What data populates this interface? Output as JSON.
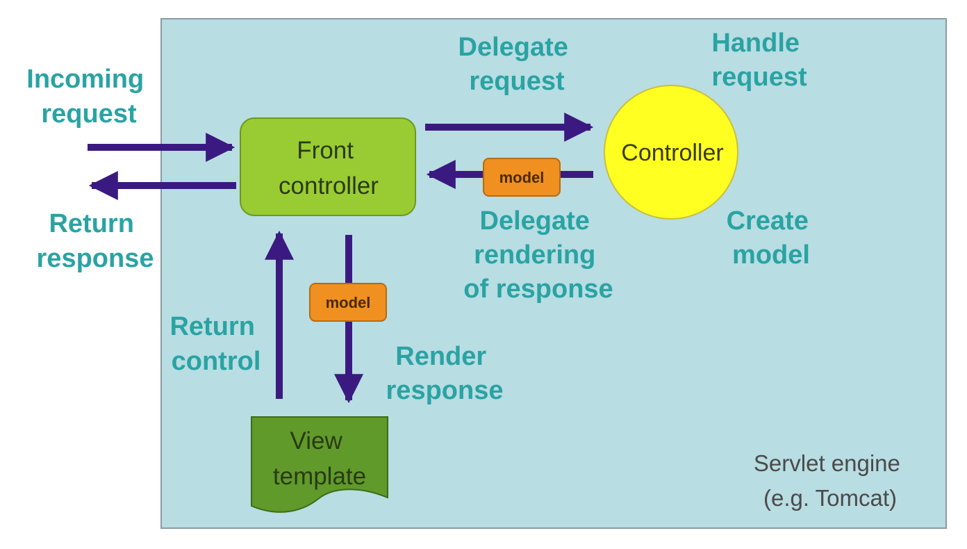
{
  "nodes": {
    "front_controller": [
      "Front",
      "controller"
    ],
    "controller": "Controller",
    "view_template": [
      "View",
      "template"
    ],
    "model_badge_top": "model",
    "model_badge_bottom": "model",
    "servlet_engine": [
      "Servlet engine",
      "(e.g. Tomcat)"
    ]
  },
  "labels": {
    "incoming_request": [
      "Incoming",
      "request"
    ],
    "return_response": [
      "Return",
      "response"
    ],
    "delegate_request": [
      "Delegate",
      "request"
    ],
    "handle_request": [
      "Handle",
      "request"
    ],
    "delegate_rendering": [
      "Delegate",
      "rendering",
      "of response"
    ],
    "create_model": [
      "Create",
      "model"
    ],
    "return_control": [
      "Return",
      "control"
    ],
    "render_response": [
      "Render",
      "response"
    ]
  },
  "colors": {
    "container_bg": "#b8dde2",
    "container_border": "#8a9ca0",
    "arrow": "#3a1a80",
    "label": "#2aa3a3",
    "front_controller_fill": "#99cc33",
    "controller_fill": "#ffff22",
    "view_fill": "#5f9a2a",
    "model_fill": "#f09020"
  }
}
